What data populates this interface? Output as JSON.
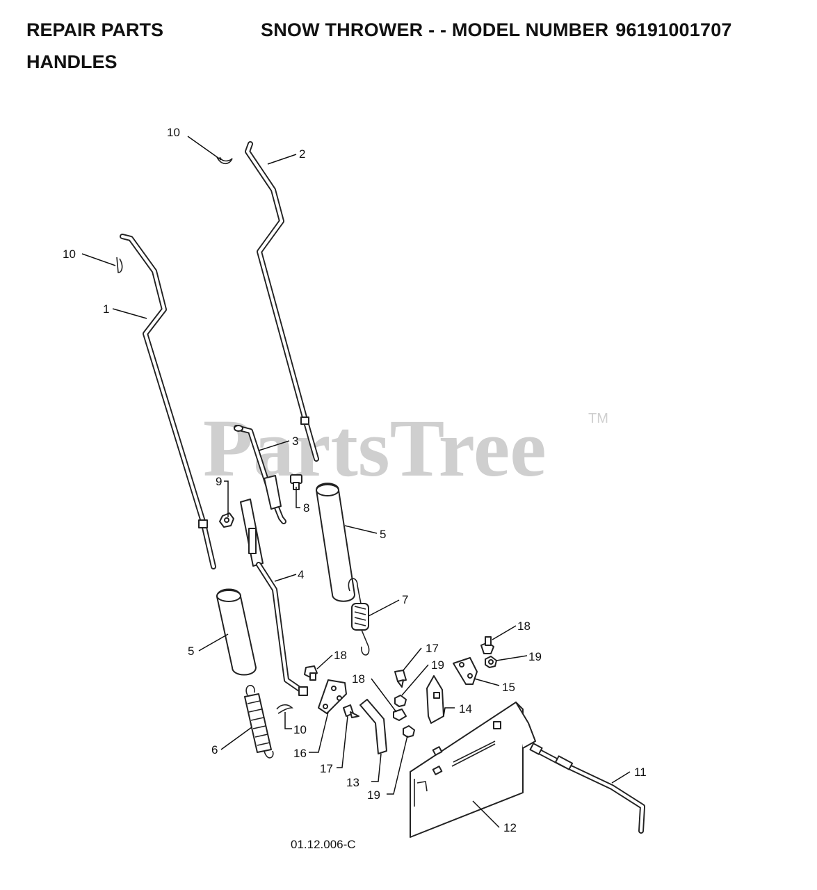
{
  "header": {
    "left": "REPAIR PARTS",
    "right": "SNOW THROWER - - MODEL NUMBER",
    "model_number": "96191001707",
    "section": "HANDLES"
  },
  "watermark": {
    "text": "PartsTree",
    "tm": "TM"
  },
  "drawing_code": "01.12.006-C",
  "callouts": [
    {
      "id": "callout-10-top",
      "text": "10"
    },
    {
      "id": "callout-2",
      "text": "2"
    },
    {
      "id": "callout-10-left",
      "text": "10"
    },
    {
      "id": "callout-1",
      "text": "1"
    },
    {
      "id": "callout-3",
      "text": "3"
    },
    {
      "id": "callout-9",
      "text": "9"
    },
    {
      "id": "callout-8",
      "text": "8"
    },
    {
      "id": "callout-5-right",
      "text": "5"
    },
    {
      "id": "callout-4",
      "text": "4"
    },
    {
      "id": "callout-7",
      "text": "7"
    },
    {
      "id": "callout-5-left",
      "text": "5"
    },
    {
      "id": "callout-18-right",
      "text": "18"
    },
    {
      "id": "callout-19-right",
      "text": "19"
    },
    {
      "id": "callout-17-top",
      "text": "17"
    },
    {
      "id": "callout-18-left",
      "text": "18"
    },
    {
      "id": "callout-19-mid",
      "text": "19"
    },
    {
      "id": "callout-18-mid",
      "text": "18"
    },
    {
      "id": "callout-15",
      "text": "15"
    },
    {
      "id": "callout-14",
      "text": "14"
    },
    {
      "id": "callout-10-bottom",
      "text": "10"
    },
    {
      "id": "callout-6",
      "text": "6"
    },
    {
      "id": "callout-16",
      "text": "16"
    },
    {
      "id": "callout-17-bottom",
      "text": "17"
    },
    {
      "id": "callout-13",
      "text": "13"
    },
    {
      "id": "callout-19-bottom",
      "text": "19"
    },
    {
      "id": "callout-11",
      "text": "11"
    },
    {
      "id": "callout-12",
      "text": "12"
    }
  ]
}
